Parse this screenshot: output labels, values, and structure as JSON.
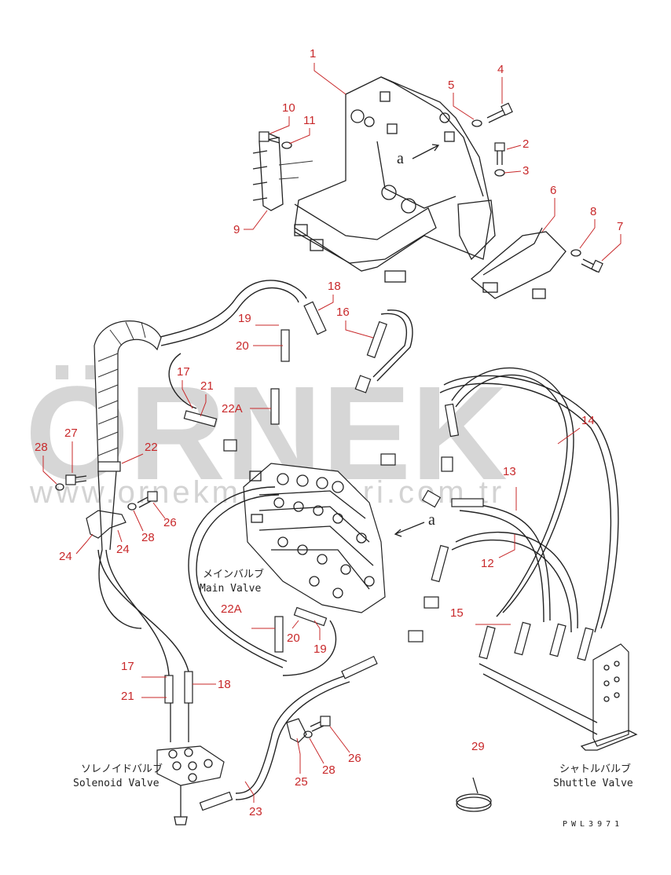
{
  "watermark": {
    "brand": "ÖRNEK",
    "url": "www.ornekmakinalari.com.tr"
  },
  "reference_letter": "a",
  "labels": {
    "main_valve_jp": "メインバルブ",
    "main_valve_en": "Main Valve",
    "solenoid_valve_jp": "ソレノイドバルブ",
    "solenoid_valve_en": "Solenoid Valve",
    "shuttle_valve_jp": "シャトルバルブ",
    "shuttle_valve_en": "Shuttle Valve"
  },
  "drawing_code": "PWL3971",
  "callouts": [
    "1",
    "2",
    "3",
    "4",
    "5",
    "6",
    "7",
    "8",
    "9",
    "10",
    "11",
    "12",
    "13",
    "14",
    "15",
    "16",
    "17",
    "18",
    "19",
    "20",
    "21",
    "22",
    "22A",
    "23",
    "24",
    "25",
    "26",
    "27",
    "28",
    "29"
  ],
  "colors": {
    "callout": "#c8282a",
    "watermark": "#c9c9c9",
    "line": "#222222"
  }
}
